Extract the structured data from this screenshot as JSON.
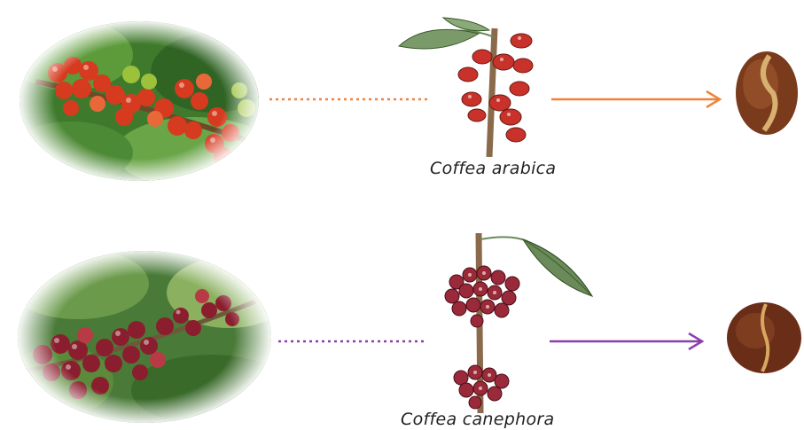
{
  "rows": [
    {
      "id": "arabica",
      "species_label": "Coffea arabica",
      "connector_color": "#f0833a",
      "cherry_color": "#c8322a",
      "bean_color": "#7a3a1c",
      "photo_icon": "coffee-cherries-photo",
      "branch_icon": "coffee-branch-illustration",
      "bean_icon": "coffee-bean-icon"
    },
    {
      "id": "canephora",
      "species_label": "Coffea canephora",
      "connector_color": "#8a3fb0",
      "cherry_color": "#9a2a3a",
      "bean_color": "#6a2e18",
      "photo_icon": "coffee-cherries-photo",
      "branch_icon": "coffee-branch-illustration",
      "bean_icon": "coffee-bean-icon"
    }
  ]
}
